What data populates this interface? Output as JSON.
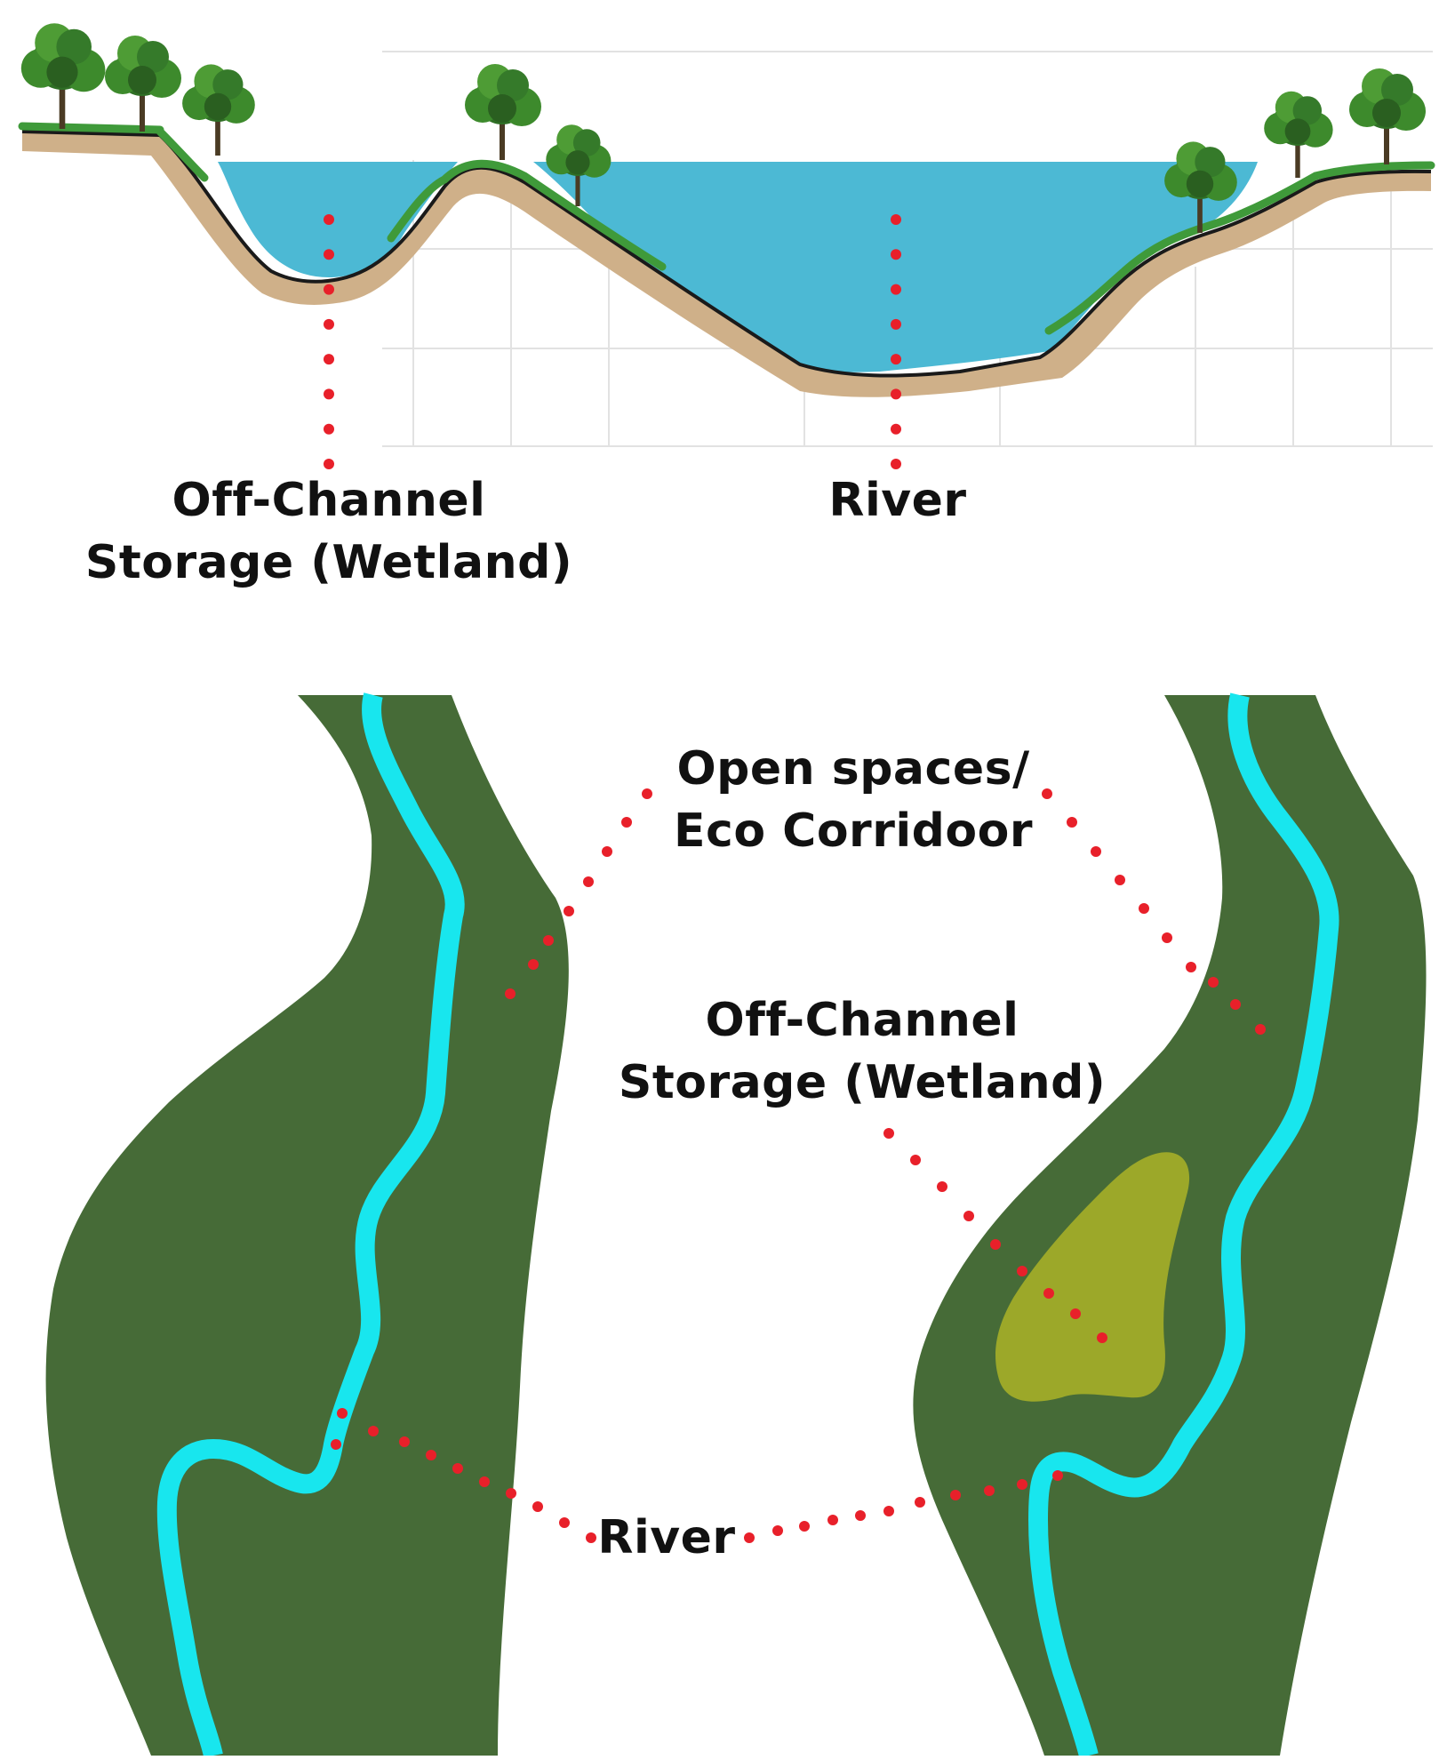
{
  "cross_section": {
    "wetland_label": [
      "Off-Channel",
      "Storage (Wetland)"
    ],
    "river_label": "River"
  },
  "plan_view": {
    "open_spaces_label": [
      "Open spaces/",
      "Eco Corridoor"
    ],
    "wetland_label": [
      "Off-Channel",
      "Storage (Wetland)"
    ],
    "river_label": "River"
  },
  "colors": {
    "water": "#4cb9d4",
    "soil": "#cfb089",
    "soil_line": "#1a1a1a",
    "grass": "#3f9a3a",
    "corridor": "#466b37",
    "river_channel": "#18e6ee",
    "wetland": "#9ca829",
    "leader_dots": "#e8202a",
    "grid": "#dddddd"
  }
}
